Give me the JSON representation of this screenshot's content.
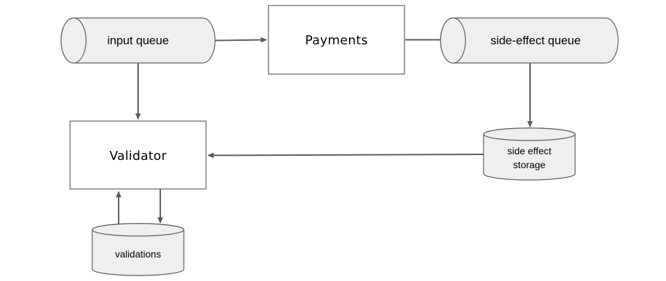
{
  "nodes": {
    "input_queue": {
      "label": "input queue"
    },
    "payments": {
      "label": "Payments"
    },
    "side_effect_queue": {
      "label": "side-effect queue"
    },
    "validator": {
      "label": "Validator"
    },
    "side_effect_storage": {
      "label_line1": "side effect",
      "label_line2": "storage"
    },
    "validations": {
      "label": "validations"
    }
  },
  "edges": [
    {
      "from": "input_queue",
      "to": "payments"
    },
    {
      "from": "payments",
      "to": "side_effect_queue"
    },
    {
      "from": "input_queue",
      "to": "validator"
    },
    {
      "from": "side_effect_queue",
      "to": "side_effect_storage"
    },
    {
      "from": "side_effect_storage",
      "to": "validator"
    },
    {
      "from": "validations",
      "to": "validator"
    },
    {
      "from": "validator",
      "to": "validations"
    }
  ],
  "colors": {
    "stroke": "#595959",
    "fill": "#efefef"
  }
}
